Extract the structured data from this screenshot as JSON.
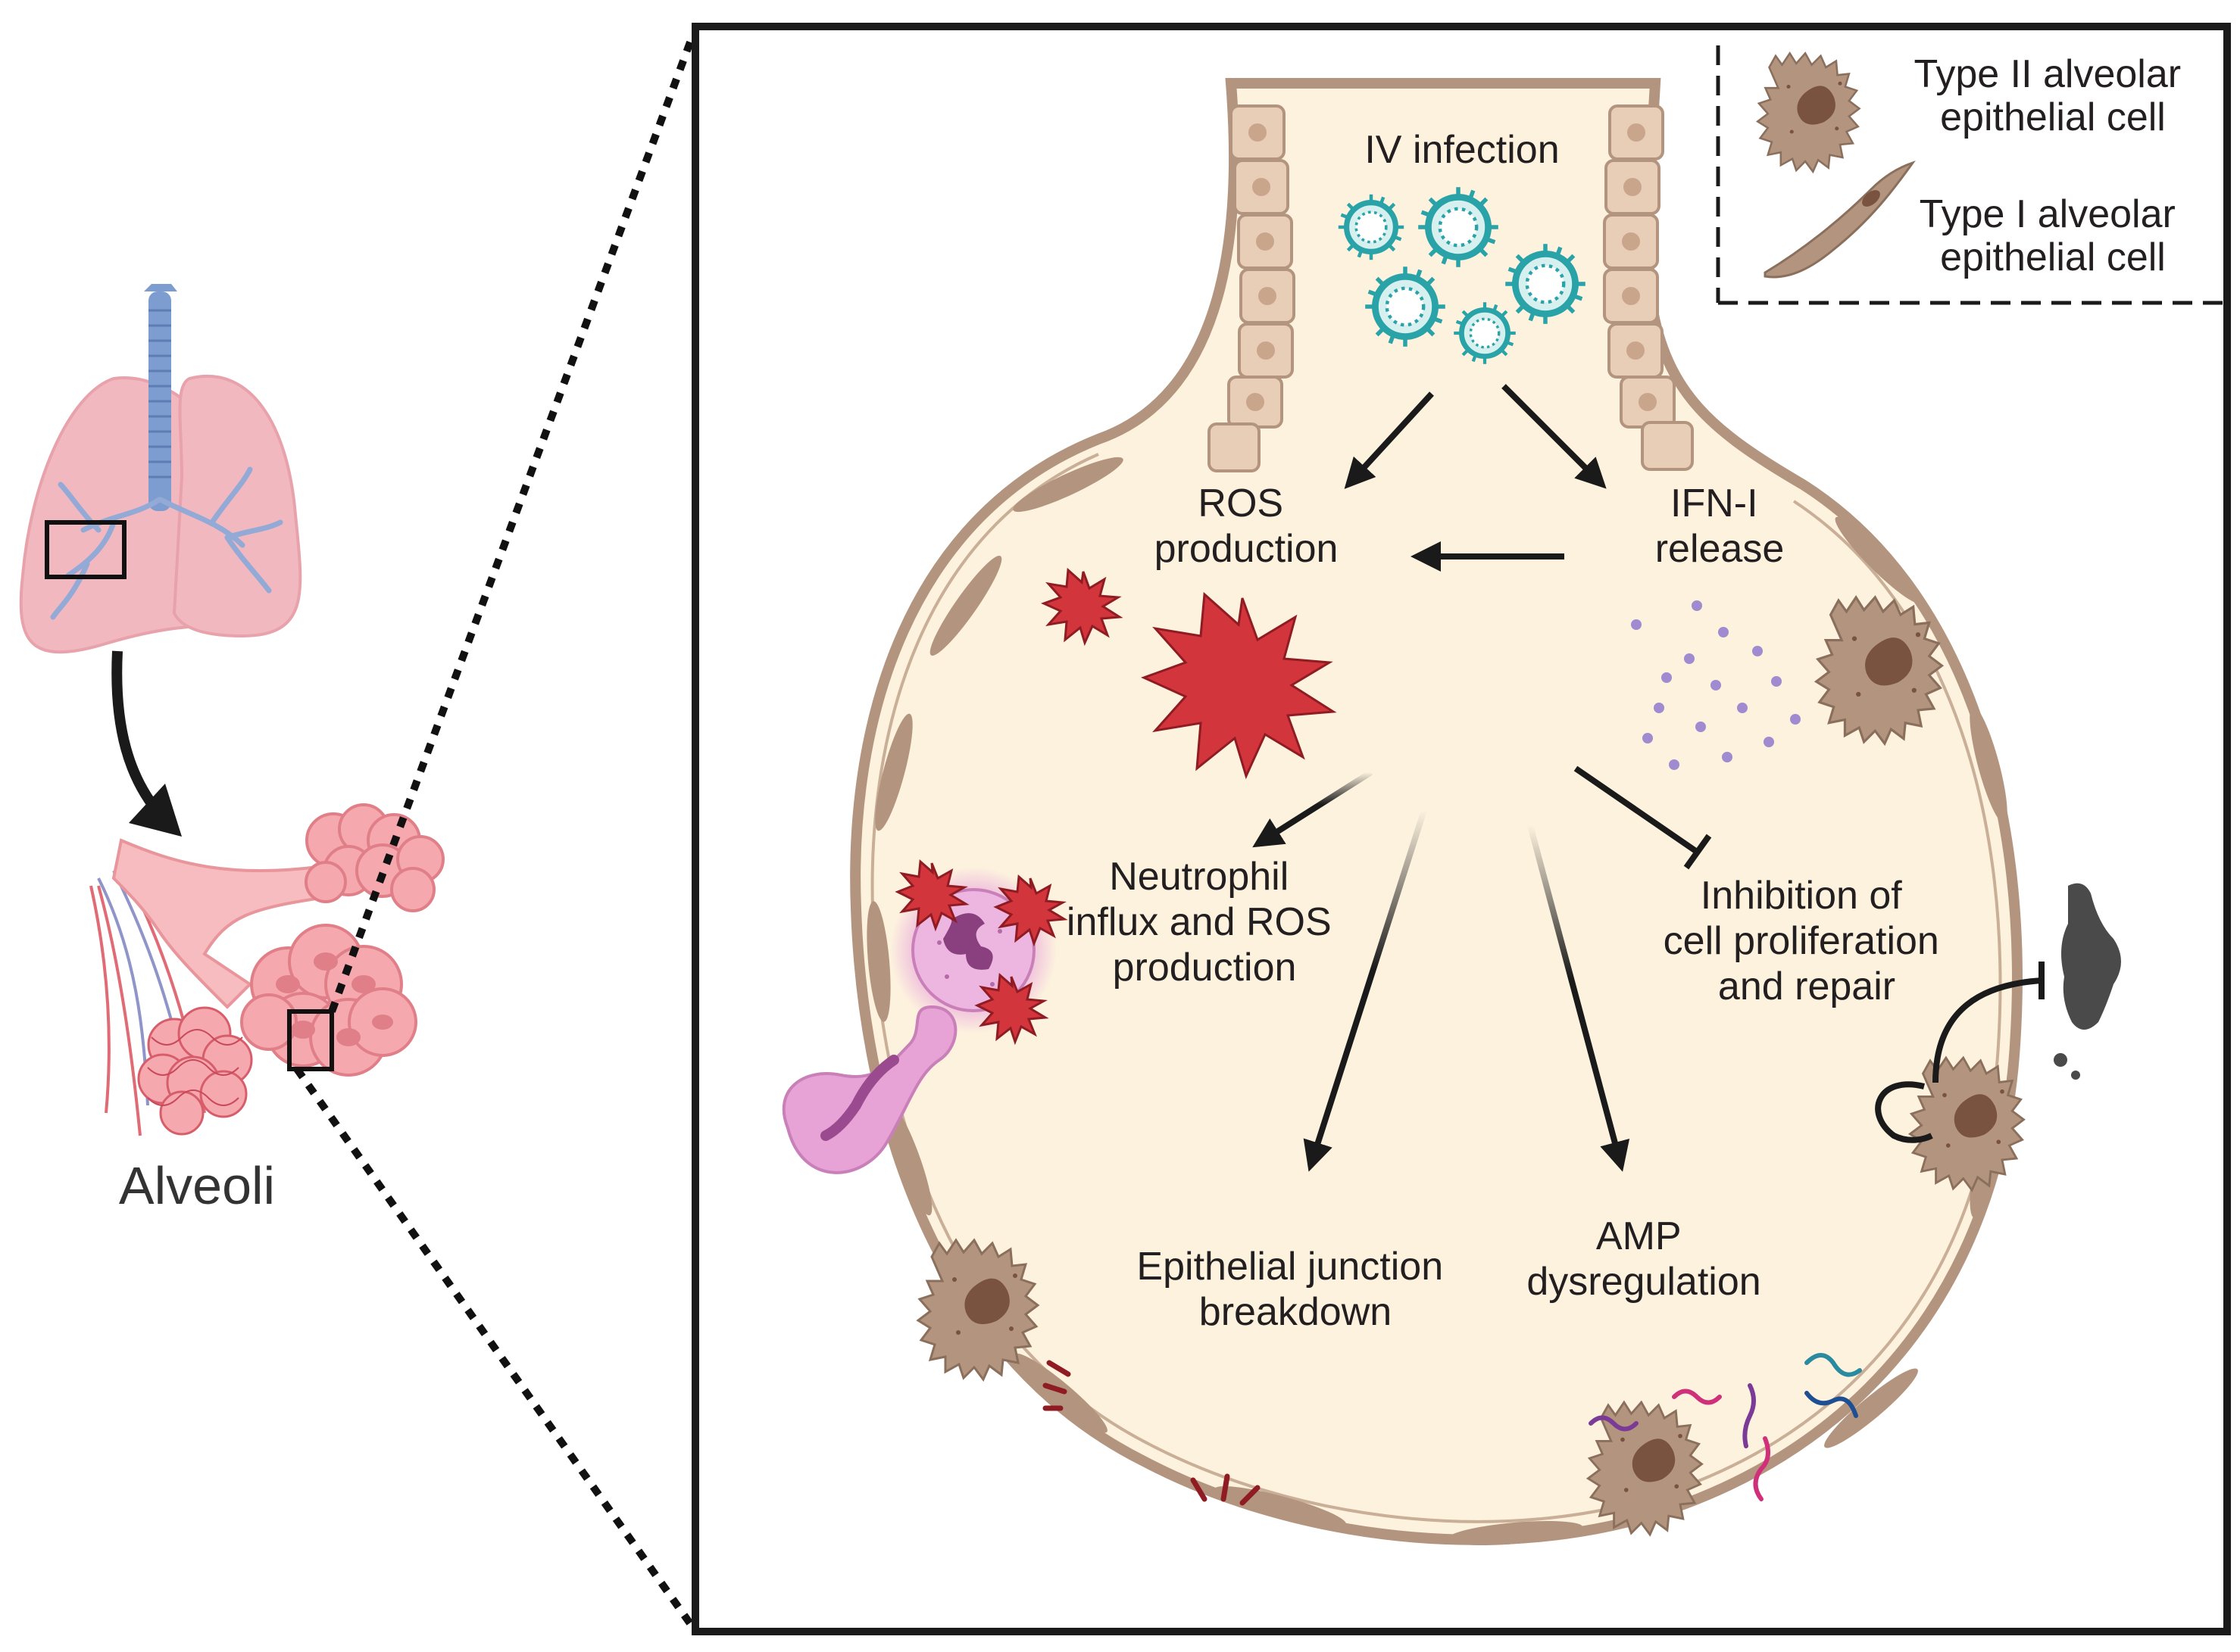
{
  "left_panel": {
    "organ_label": "Alveoli"
  },
  "main_panel": {
    "labels": {
      "iv_infection": "IV infection",
      "ros_line1": "ROS",
      "ros_line2": "production",
      "ifn_line1": "IFN-I",
      "ifn_line2": "release",
      "neutrophil_line1": "Neutrophil",
      "neutrophil_line2": "influx and ROS",
      "neutrophil_line3": "production",
      "inhibition_line1": "Inhibition of",
      "inhibition_line2": "cell proliferation",
      "inhibition_line3": "and repair",
      "junction_line1": "Epithelial junction",
      "junction_line2": "breakdown",
      "amp_line1": "AMP",
      "amp_line2": "dysregulation"
    }
  },
  "legend": {
    "type2_line1": "Type II alveolar",
    "type2_line2": "epithelial cell",
    "type1_line1": "Type I alveolar",
    "type1_line2": "epithelial cell"
  },
  "colors": {
    "alveolus_fill": "#fdf2de",
    "cell_wall": "#b3957f",
    "virus": "#2aa3a8",
    "ros_star": "#d2353b",
    "ifn_dots": "#a08ad0",
    "neutrophil": "#e7a3d6",
    "lung": "#f2b8bf",
    "trachea": "#7d9ccf"
  }
}
